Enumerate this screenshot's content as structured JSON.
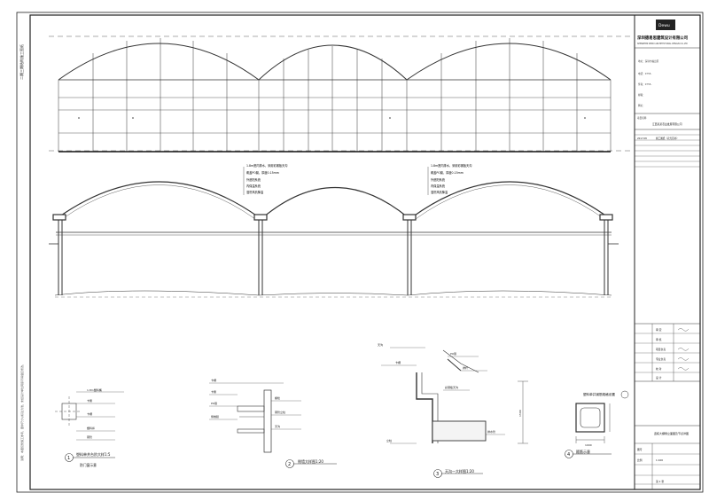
{
  "margin_text": "二期三期结构施工图纸",
  "left_margin_notes": "说明：本图仅供施工参考，图中尺寸以标注为准，未经设计单位同意不得擅自修改。",
  "title_block": {
    "logo": "Dewu",
    "company_cn": "深圳德易思建筑设计有限公司",
    "company_en": "SHENZHEN DEWU ARCHITECTURAL DESIGN CO.,LTD",
    "info_lines": [
      "地址：深圳市福田区",
      "电话：0755-",
      "传真：0755-",
      "邮箱：",
      "网址："
    ],
    "project_label": "项目名称",
    "client": "江西某某农业发展有限公司",
    "date": "2017.08",
    "stage": "施工图纸（农光互补）",
    "roles": [
      "审 定",
      "审 核",
      "项目负责",
      "专业负责",
      "校 对",
      "设 计"
    ],
    "drawing_title": "连栋大棚侧立面图及节点详图",
    "drawing_no_label": "图号",
    "scale_label": "比例",
    "scale_value": "1:100",
    "sheet_label": "第 1 张"
  },
  "callouts": {
    "left": [
      "1.8m宽内排水，采用彩钢板天沟",
      "覆盖PO膜，厚度0.15mm",
      "外遮阳系统",
      "内保温系统",
      "湿帘风机降温"
    ],
    "right": [
      "1.8m宽内排水，采用彩钢板天沟",
      "覆盖PO膜，厚度0.15mm",
      "外遮阳系统",
      "内保温系统",
      "湿帘风机降温"
    ]
  },
  "details": {
    "d1": {
      "num": "1",
      "title": "塑料单井台阶大样1:5",
      "subtitle": "防门窗示意",
      "labels": [
        "1.8m塑料桶",
        "卡簧",
        "卡槽",
        "塑料棒",
        "钢管"
      ]
    },
    "d2": {
      "num": "2",
      "title": "侧墙大样图1:20",
      "labels": [
        "卡槽",
        "卡簧",
        "PO膜",
        "侧卷膜",
        "螺栓",
        "钢管立柱",
        "天沟"
      ]
    },
    "d3": {
      "num": "3",
      "title": "天沟一大样图1:20",
      "labels": [
        "天沟",
        "PO膜",
        "卡槽",
        "拱杆",
        "彩钢板天沟",
        "排水管",
        "立柱"
      ],
      "dim": "1500"
    },
    "d4": {
      "num": "4",
      "title": "塑料单井钢筋规格设置",
      "subtitle": "箍筋示意",
      "dim": "1000"
    }
  }
}
